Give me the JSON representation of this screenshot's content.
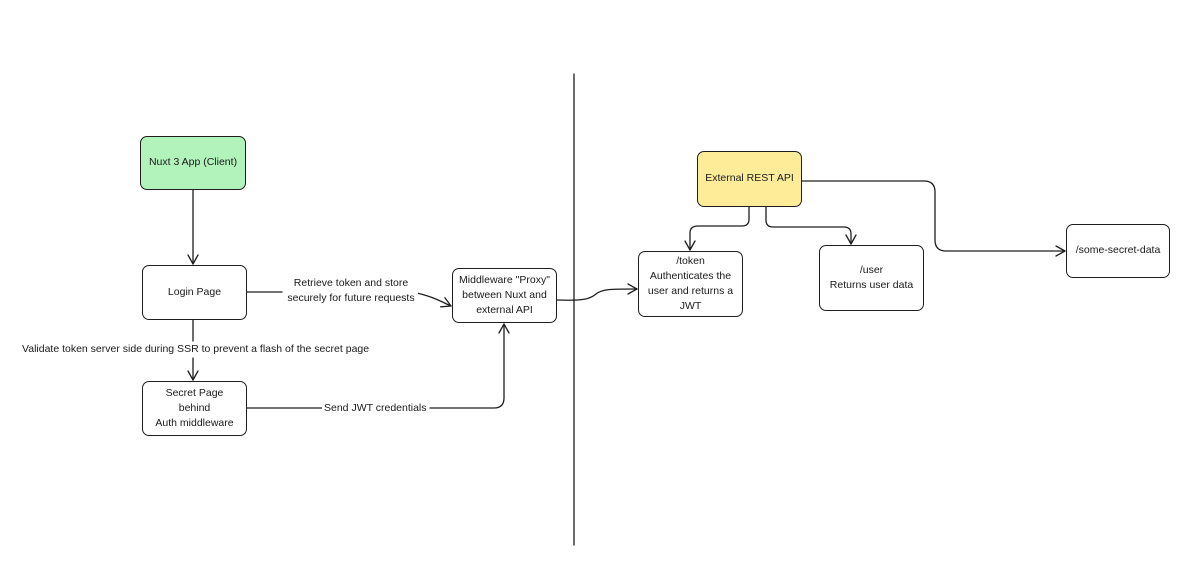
{
  "nodes": {
    "nuxt_app": "Nuxt 3 App (Client)",
    "login_page": "Login Page",
    "secret_page": "Secret Page behind\nAuth middleware",
    "middleware_proxy": "Middleware \"Proxy\"\nbetween Nuxt and\nexternal API",
    "external_api": "External REST API",
    "token_endpoint": "/token\nAuthenticates the\nuser and returns a\nJWT",
    "user_endpoint": "/user\nReturns user data",
    "secret_data_endpoint": "/some-secret-data"
  },
  "edge_labels": {
    "login_to_proxy": "Retrieve token and store\nsecurely for future requests",
    "login_to_secret": "Validate token server side during SSR to prevent a flash of the secret page",
    "secret_to_proxy": "Send JWT credentials"
  },
  "colors": {
    "client_node": "#b2f2bb",
    "api_node": "#ffec99",
    "stroke": "#1e1e1e"
  }
}
